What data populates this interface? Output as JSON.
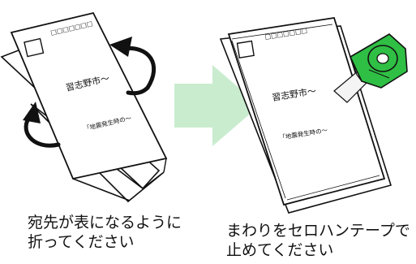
{
  "steps": [
    {
      "card": {
        "postal_boxes": "□□□□□□□",
        "address": "習志野市〜",
        "note": "「地震発生時の〜"
      },
      "caption": [
        "宛先が表になるように",
        "折ってください"
      ]
    },
    {
      "card": {
        "postal_boxes": "□□□□□□□",
        "address": "習志野市〜",
        "note": "「地震発生時の〜"
      },
      "caption": [
        "まわりをセロハンテープで",
        "止めてください"
      ]
    }
  ],
  "colors": {
    "arrow": "#c9eccf",
    "tape_dispenser": "#2fbf44",
    "outline": "#111111",
    "card": "#ffffff"
  },
  "icons": [
    "rotate-arrow-icon",
    "next-step-arrow-icon",
    "tape-dispenser-icon"
  ]
}
